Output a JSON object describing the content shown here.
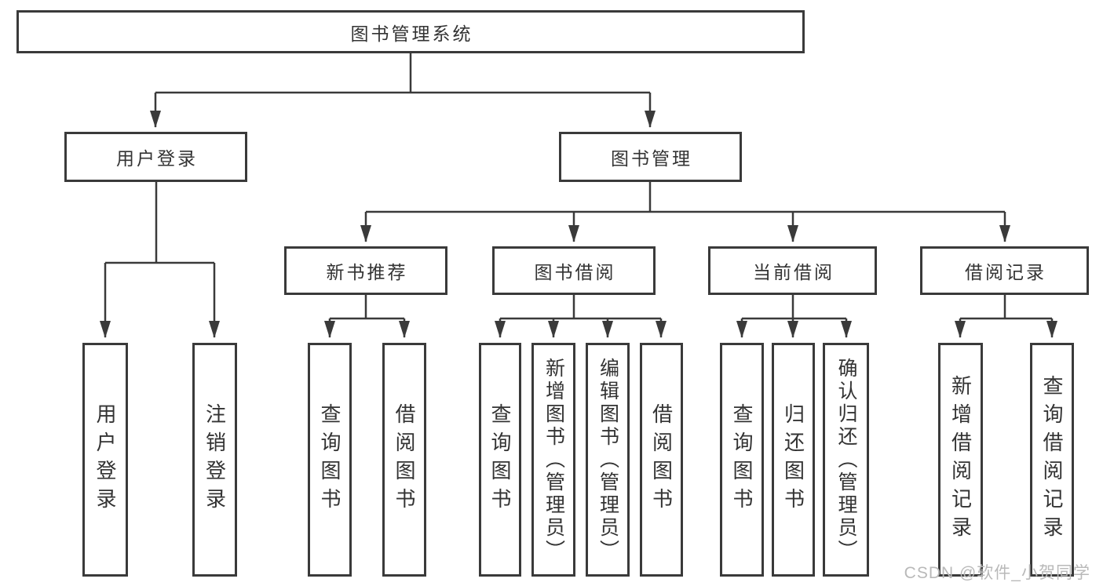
{
  "tree": {
    "root": {
      "label": "图书管理系统"
    },
    "branches": [
      {
        "label": "用户登录",
        "children": [
          {
            "label": "用户登录"
          },
          {
            "label": "注销登录"
          }
        ]
      },
      {
        "label": "图书管理",
        "groups": [
          {
            "label": "新书推荐",
            "children": [
              {
                "label": "查询图书"
              },
              {
                "label": "借阅图书"
              }
            ]
          },
          {
            "label": "图书借阅",
            "children": [
              {
                "label": "查询图书"
              },
              {
                "label": "新增图书（管理员）"
              },
              {
                "label": "编辑图书（管理员）"
              },
              {
                "label": "借阅图书"
              }
            ]
          },
          {
            "label": "当前借阅",
            "children": [
              {
                "label": "查询图书"
              },
              {
                "label": "归还图书"
              },
              {
                "label": "确认归还（管理员）"
              }
            ]
          },
          {
            "label": "借阅记录",
            "children": [
              {
                "label": "新增借阅记录"
              },
              {
                "label": "查询借阅记录"
              }
            ]
          }
        ]
      }
    ]
  },
  "watermark": "CSDN @软件_小贺同学",
  "colors": {
    "line": "#3a3a3a",
    "text": "#333333",
    "box_background": "#ffffff",
    "watermark": "#b9b9b9",
    "page_background": "#ffffff"
  }
}
